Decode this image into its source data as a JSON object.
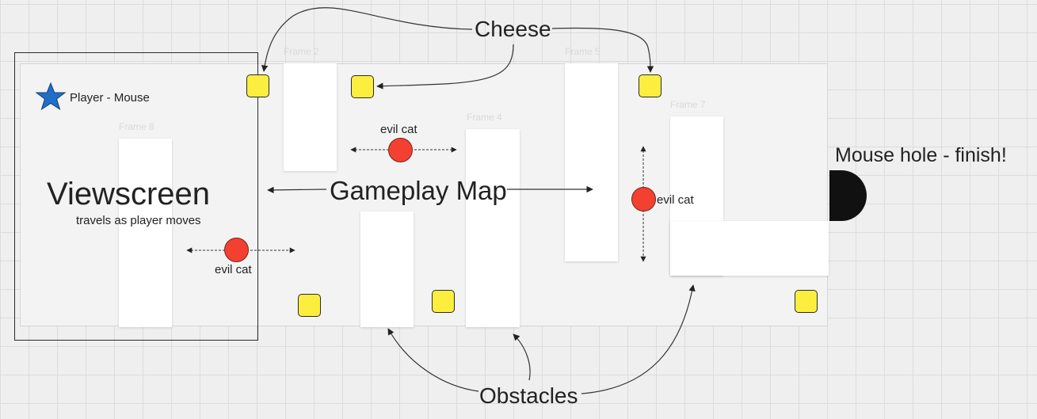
{
  "labels": {
    "cheese": "Cheese",
    "obstacles": "Obstacles",
    "gameplay_map": "Gameplay Map",
    "viewscreen": "Viewscreen",
    "viewscreen_sub": "travels as player moves",
    "player": "Player - Mouse",
    "finish": "Mouse hole - finish!",
    "evil_cat_1": "evil cat",
    "evil_cat_2": "evil cat",
    "evil_cat_3": "evil cat"
  },
  "frames": {
    "frame2": "Frame 2",
    "frame4": "Frame 4",
    "frame5": "Frame 5",
    "frame7": "Frame 7",
    "frame8": "Frame 8"
  },
  "colors": {
    "cheese": "#fbee3f",
    "cat": "#f44030",
    "player_star": "#1f6fc6",
    "hole": "#111111"
  },
  "icons": {
    "player": "star-icon"
  }
}
